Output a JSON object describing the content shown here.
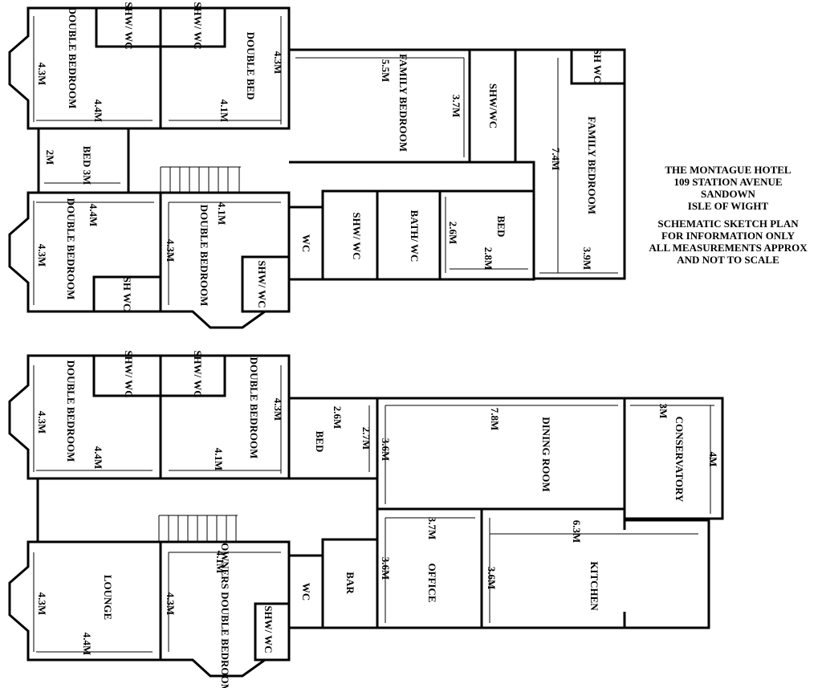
{
  "title_block": {
    "line1": "THE MONTAGUE HOTEL",
    "line2": "109 STATION AVENUE",
    "line3": "SANDOWN",
    "line4": "ISLE OF WIGHT",
    "note1": "SCHEMATIC SKETCH PLAN",
    "note2": "FOR INFORMATION ONLY",
    "note3": "ALL MEASUREMENTS APPROX",
    "note4": "AND NOT TO SCALE"
  },
  "upper_floor": {
    "r1": {
      "name": "DOUBLE BEDROOM",
      "len": "4.3M",
      "wid": "4.4M",
      "shw": "SHW/ WC"
    },
    "r2": {
      "name": "DOUBLE BED",
      "len": "4.3M",
      "wid": "4.1M",
      "shw": "SHW/ WC"
    },
    "r3": {
      "name": "FAMILY BEDROOM",
      "len": "5.5M",
      "wid": "3.7M"
    },
    "r4": {
      "name": "SHW/WC"
    },
    "r5": {
      "name": "FAMILY BEDROOM",
      "len": "7.4M",
      "wid": "3.9M",
      "shw": "SH WC"
    },
    "r6": {
      "name": "BED 3M",
      "len": "2M"
    },
    "r7": {
      "name": "DOUBLE BEDROOM",
      "len": "4.3M",
      "wid": "4.4M",
      "shw": "SH WC"
    },
    "r8": {
      "name": "DOUBLE BEDROOM",
      "len": "4.3M",
      "wid": "4.1M",
      "shw": "SHW/ WC"
    },
    "r9": {
      "name": "WC"
    },
    "r10": {
      "name": "SHW/ WC"
    },
    "r11": {
      "name": "BATH/ WC"
    },
    "r12": {
      "name": "BED",
      "len": "2.6M",
      "wid": "2.8M"
    }
  },
  "ground_floor": {
    "r1": {
      "name": "DOUBLE BEDROOM",
      "len": "4.3M",
      "wid": "4.4M",
      "shw": "SHW/ WC"
    },
    "r2": {
      "name": "DOUBLE BEDROOM",
      "len": "4.3M",
      "wid": "4.1M",
      "shw": "SHW/ WC"
    },
    "r3": {
      "name": "BED",
      "len": "2.6M",
      "wid": "2.7M"
    },
    "r4": {
      "name": "DINING ROOM",
      "len": "7.8M",
      "wid": "3.6M"
    },
    "r5": {
      "name": "CONSERVATORY",
      "len": "3M",
      "wid": "4M"
    },
    "r6": {
      "name": "LOUNGE",
      "len": "4.3M",
      "wid": "4.4M"
    },
    "r7": {
      "name": "OWNERS DOUBLE BEDROOM",
      "len": "4.1M",
      "wid": "4.3M",
      "shw": "SHW/ WC"
    },
    "r8": {
      "name": "WC"
    },
    "r9": {
      "name": "BAR"
    },
    "r10": {
      "name": "OFFICE",
      "len": "3.7M",
      "wid": "3.6M"
    },
    "r11": {
      "name": "KITCHEN",
      "len": "6.3M",
      "wid": "3.6M"
    }
  }
}
